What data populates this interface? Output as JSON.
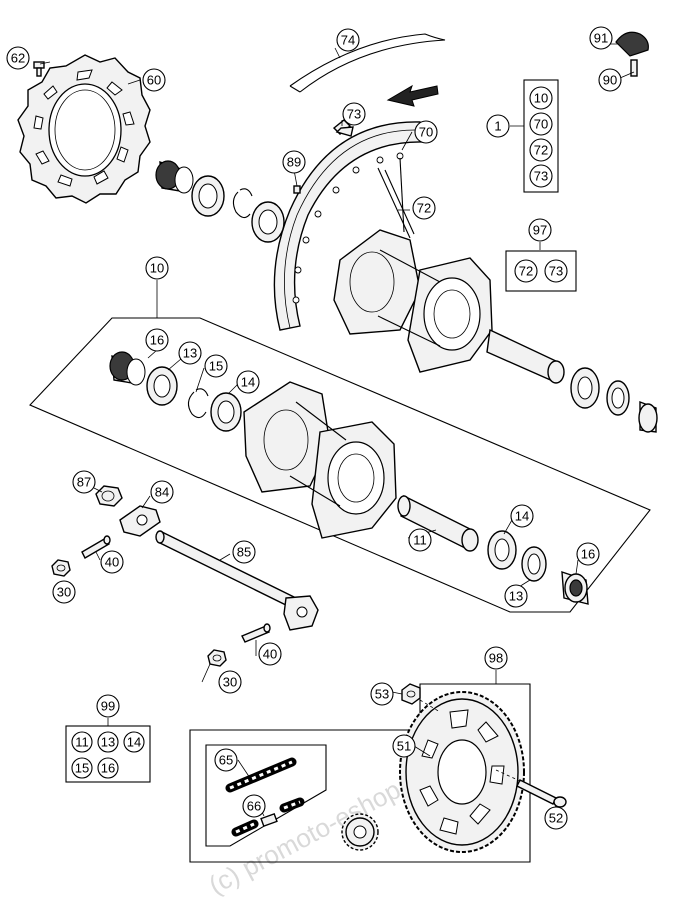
{
  "callouts": {
    "c62": "62",
    "c60": "60",
    "c74": "74",
    "c91": "91",
    "c90": "90",
    "c73": "73",
    "c70": "70",
    "c89": "89",
    "c72": "72",
    "c10": "10",
    "c16": "16",
    "c13": "13",
    "c15": "15",
    "c14": "14",
    "c87": "87",
    "c84": "84",
    "c40": "40",
    "c30": "30",
    "c85": "85",
    "c11": "11",
    "c14b": "14",
    "c16b": "16",
    "c13b": "13",
    "c40b": "40",
    "c30b": "30",
    "c98": "98",
    "c53": "53",
    "c51": "51",
    "c65": "65",
    "c66": "66",
    "c52": "52",
    "c99": "99",
    "c1": "1",
    "c97": "97"
  },
  "kit_1": {
    "label": "1",
    "items": [
      "10",
      "70",
      "72",
      "73"
    ]
  },
  "kit_97": {
    "label": "97",
    "items": [
      "72",
      "73"
    ]
  },
  "kit_99": {
    "label": "99",
    "items": [
      "11",
      "13",
      "14",
      "15",
      "16"
    ]
  },
  "watermark": "(c) promoto-eshop.cz"
}
